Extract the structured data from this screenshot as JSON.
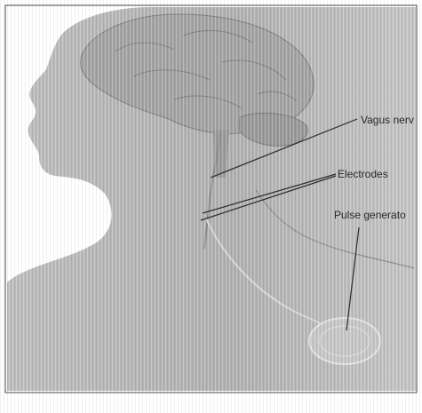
{
  "labels": {
    "vagus_nerve": "Vagus nerv",
    "electrodes": "Electrodes",
    "pulse_generator": "Pulse generato"
  },
  "colors": {
    "silhouette": "#b9b9b9",
    "brain": "#9d9d9d",
    "leader_line": "#2b2b2b",
    "frame": "#4a4a4a"
  },
  "icons": [
    "head-neck-silhouette",
    "brain-illustration",
    "vagus-nerve",
    "pulse-generator-device"
  ]
}
